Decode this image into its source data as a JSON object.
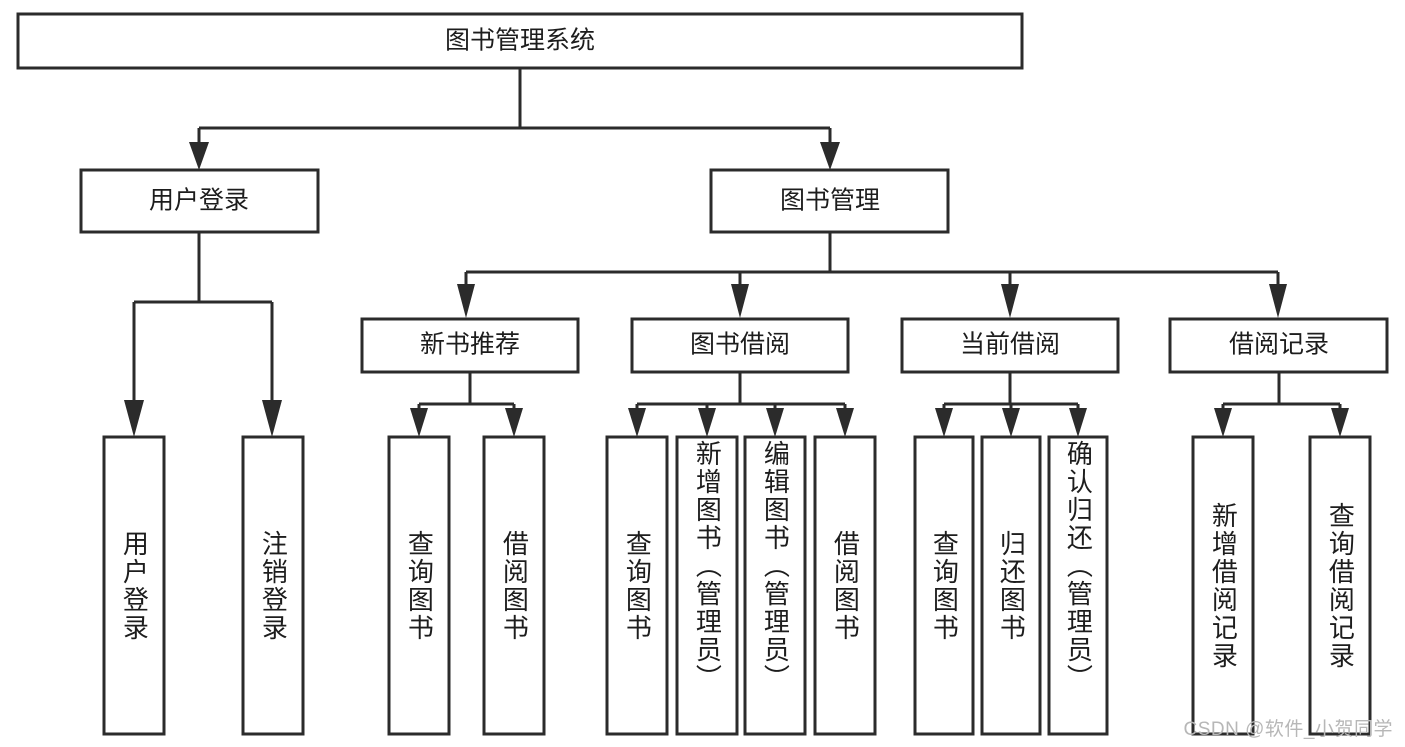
{
  "diagram": {
    "title": "图书管理系统",
    "watermark": "CSDN @软件_小贺同学",
    "colors": {
      "stroke": "#2b2b2b",
      "fill": "#ffffff",
      "text": "#1d1d1d",
      "watermark": "#b7b7b7",
      "background": "#ffffff"
    },
    "root": {
      "label": "图书管理系统"
    },
    "level2": [
      {
        "label": "用户登录"
      },
      {
        "label": "图书管理"
      }
    ],
    "level3": [
      {
        "label": "新书推荐"
      },
      {
        "label": "图书借阅"
      },
      {
        "label": "当前借阅"
      },
      {
        "label": "借阅记录"
      }
    ],
    "leaves": {
      "user_login": [
        {
          "label": "用户登录"
        },
        {
          "label": "注销登录"
        }
      ],
      "new_book": [
        {
          "label": "查询图书"
        },
        {
          "label": "借阅图书"
        }
      ],
      "book_borrow": [
        {
          "label": "查询图书"
        },
        {
          "label": "新增图书（管理员）"
        },
        {
          "label": "编辑图书（管理员）"
        },
        {
          "label": "借阅图书"
        }
      ],
      "current_borrow": [
        {
          "label": "查询图书"
        },
        {
          "label": "归还图书"
        },
        {
          "label": "确认归还（管理员）"
        }
      ],
      "borrow_record": [
        {
          "label": "新增借阅记录"
        },
        {
          "label": "查询借阅记录"
        }
      ]
    }
  }
}
